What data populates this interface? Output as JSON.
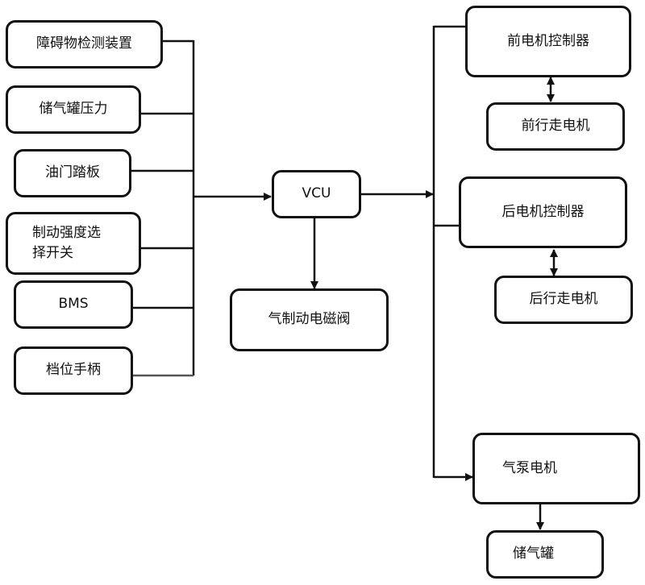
{
  "diagram": {
    "inputs": [
      {
        "id": "obstacle",
        "label": "障碍物检测装置"
      },
      {
        "id": "tank-pressure",
        "label": "储气罐压力"
      },
      {
        "id": "throttle",
        "label": "油门踏板"
      },
      {
        "id": "brake-switch",
        "label": "制动强度选择开关"
      },
      {
        "id": "bms",
        "label": "BMS"
      },
      {
        "id": "gear",
        "label": "档位手柄"
      }
    ],
    "controller": {
      "label": "VCU"
    },
    "valve": {
      "label": "气制动电磁阀"
    },
    "outputs": {
      "front_controller": {
        "label": "前电机控制器"
      },
      "front_motor": {
        "label": "前行走电机"
      },
      "rear_controller": {
        "label": "后电机控制器"
      },
      "rear_motor": {
        "label": "后行走电机"
      },
      "pump_motor": {
        "label": "气泵电机"
      },
      "air_tank": {
        "label": "储气罐"
      }
    },
    "connections": [
      {
        "from": "inputs",
        "to": "VCU",
        "type": "arrow"
      },
      {
        "from": "VCU",
        "to": "气制动电磁阀",
        "type": "arrow"
      },
      {
        "from": "VCU",
        "to": "outputs-bus",
        "type": "arrow"
      },
      {
        "from": "outputs-bus",
        "to": "前电机控制器",
        "type": "line"
      },
      {
        "from": "outputs-bus",
        "to": "后电机控制器",
        "type": "line"
      },
      {
        "from": "outputs-bus",
        "to": "气泵电机",
        "type": "arrow"
      },
      {
        "from": "前电机控制器",
        "to": "前行走电机",
        "type": "bidirectional"
      },
      {
        "from": "后电机控制器",
        "to": "后行走电机",
        "type": "bidirectional"
      },
      {
        "from": "气泵电机",
        "to": "储气罐",
        "type": "arrow"
      }
    ]
  }
}
